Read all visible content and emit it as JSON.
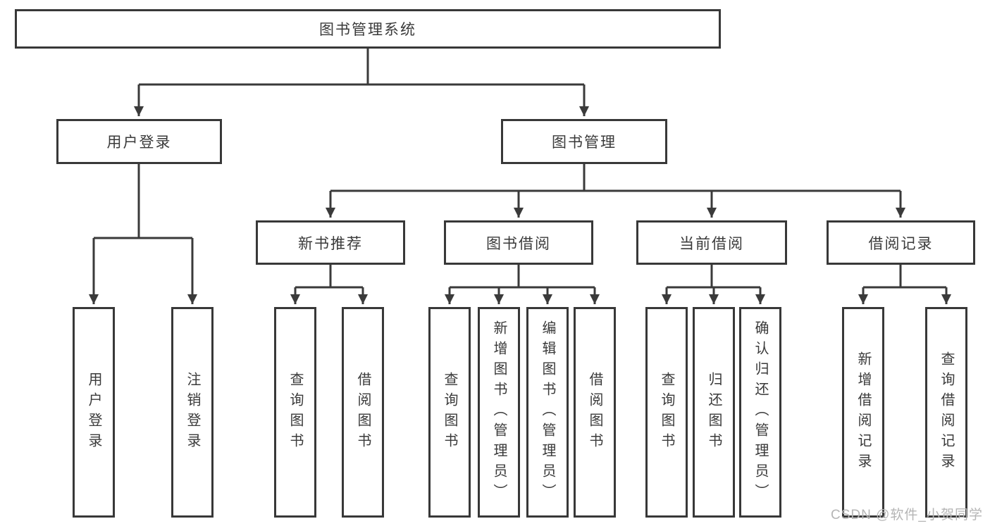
{
  "tree": {
    "root": "图书管理系统",
    "branches": [
      {
        "label": "用户登录",
        "leaves": [
          "用户登录",
          "注销登录"
        ]
      },
      {
        "label": "图书管理",
        "groups": [
          {
            "label": "新书推荐",
            "leaves": [
              "查询图书",
              "借阅图书"
            ]
          },
          {
            "label": "图书借阅",
            "leaves": [
              "查询图书",
              "新增图书（管理员）",
              "编辑图书（管理员）",
              "借阅图书"
            ]
          },
          {
            "label": "当前借阅",
            "leaves": [
              "查询图书",
              "归还图书",
              "确认归还（管理员）"
            ]
          },
          {
            "label": "借阅记录",
            "leaves": [
              "新增借阅记录",
              "查询借阅记录"
            ]
          }
        ]
      }
    ]
  },
  "watermark": "CSDN @软件_小贺同学",
  "colors": {
    "line": "#3a3a3a",
    "box_border": "#383838",
    "text": "#3a3a3a",
    "watermark": "#b5b5b5",
    "background": "#ffffff"
  }
}
